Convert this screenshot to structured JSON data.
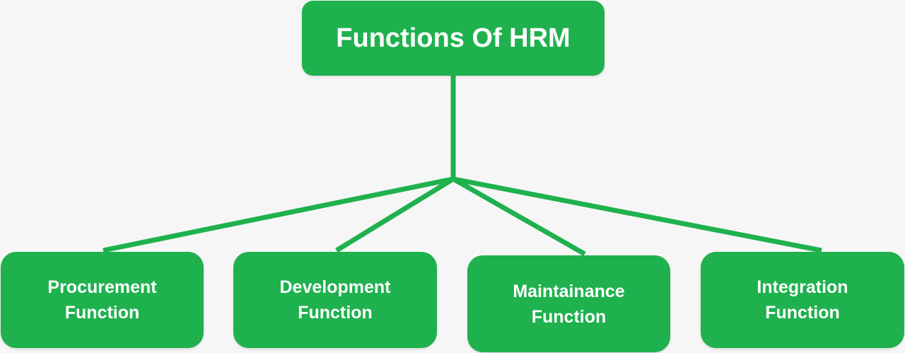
{
  "diagram": {
    "root": {
      "label": "Functions Of HRM"
    },
    "children": [
      {
        "label": "Procurement\nFunction"
      },
      {
        "label": "Development\nFunction"
      },
      {
        "label": "Maintainance\nFunction"
      },
      {
        "label": "Integration\nFunction"
      }
    ]
  },
  "colors": {
    "node_fill": "#1fb14e",
    "connector": "#1fb14e",
    "background": "#f6f6f6",
    "text": "#ffffff"
  }
}
